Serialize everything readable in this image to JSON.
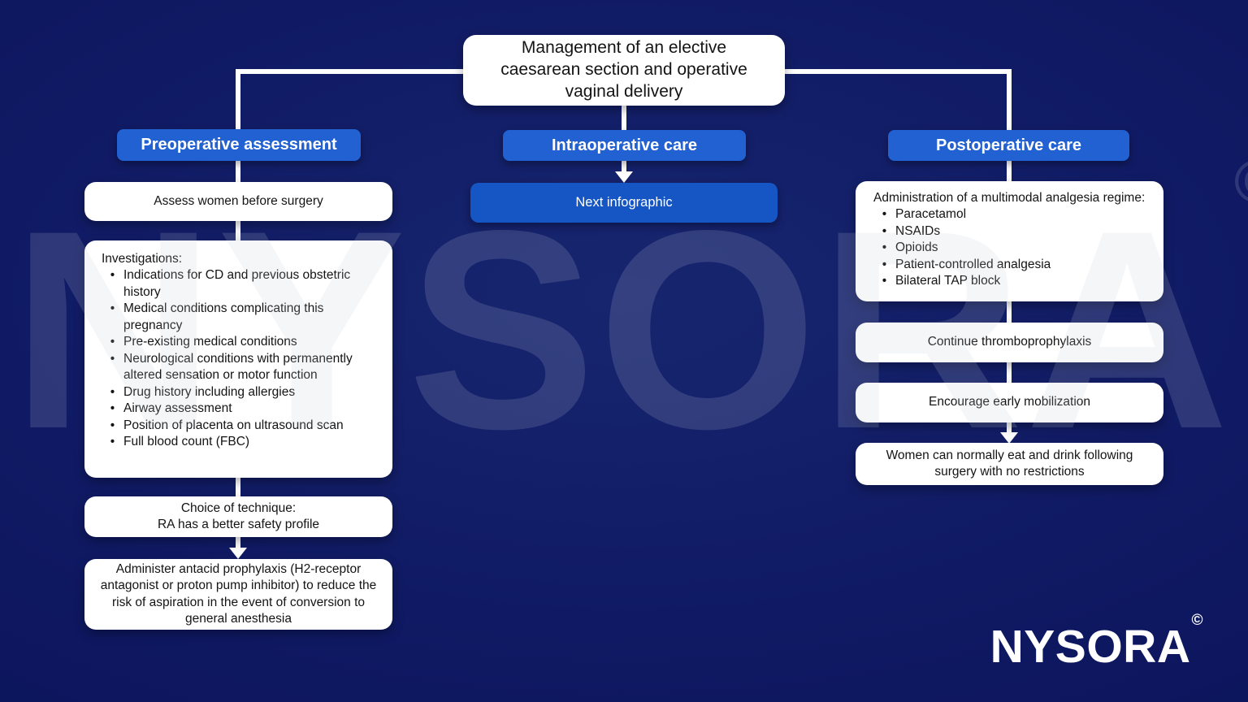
{
  "flowchart": {
    "title": "Management of an elective caesarean section and operative vaginal delivery",
    "columns": [
      {
        "id": "preoperative",
        "header": "Preoperative assessment",
        "boxes": [
          {
            "text": "Assess women before surgery"
          },
          {
            "heading": "Investigations:",
            "items": [
              "Indications for CD and previous obstetric history",
              "Medical conditions complicating this pregnancy",
              "Pre-existing medical conditions",
              "Neurological conditions with permanently altered sensation or motor function",
              "Drug history including allergies",
              "Airway assessment",
              "Position of placenta on ultrasound scan",
              "Full blood count (FBC)"
            ]
          },
          {
            "line1": "Choice of technique:",
            "line2": "RA has a better safety profile"
          },
          {
            "text": "Administer antacid prophylaxis (H2-receptor antagonist or proton pump inhibitor) to reduce the risk of aspiration in the event of conversion to general anesthesia"
          }
        ]
      },
      {
        "id": "intraoperative",
        "header": "Intraoperative care",
        "boxes": [
          {
            "text": "Next infographic"
          }
        ]
      },
      {
        "id": "postoperative",
        "header": "Postoperative care",
        "boxes": [
          {
            "heading": "Administration of a multimodal analgesia regime:",
            "items": [
              "Paracetamol",
              "NSAIDs",
              "Opioids",
              "Patient-controlled analgesia",
              "Bilateral TAP block"
            ]
          },
          {
            "text": "Continue thromboprophylaxis"
          },
          {
            "text": "Encourage early mobilization"
          },
          {
            "text": "Women can normally eat and drink following surgery with no restrictions"
          }
        ]
      }
    ]
  },
  "bullet_glyph": "•",
  "watermark": {
    "text": "NYSORA",
    "copyright": "©"
  },
  "logo": {
    "text": "NYSORA",
    "copyright": "©"
  },
  "colors": {
    "background_navy": "#101a64",
    "header_blue": "#2161d2",
    "button_blue": "#1656c4",
    "box_white": "#ffffff",
    "text_dark": "#141414",
    "line_white": "#ffffff"
  }
}
